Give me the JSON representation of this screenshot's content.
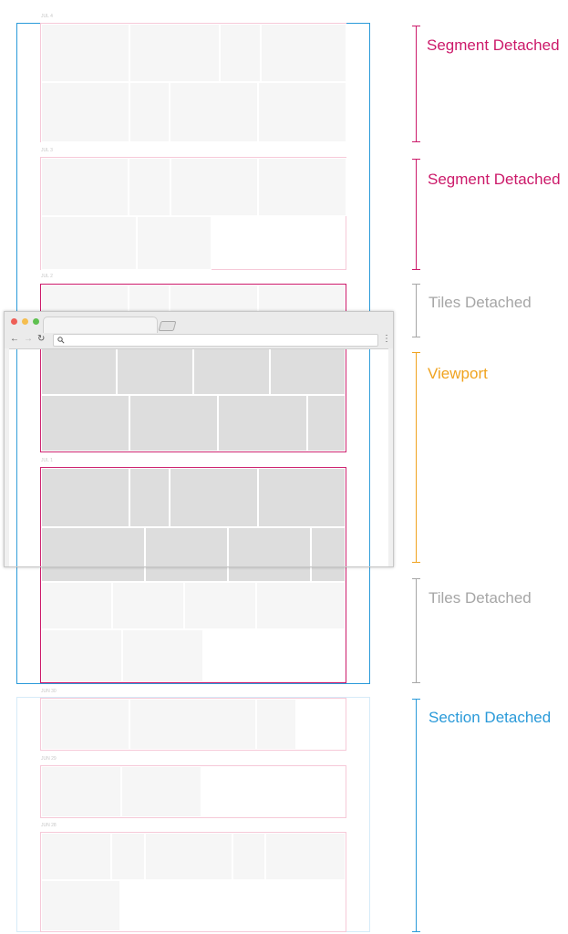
{
  "annotations": {
    "segment_detached_1": "Segment Detached",
    "segment_detached_2": "Segment Detached",
    "tiles_detached_1": "Tiles Detached",
    "viewport": "Viewport",
    "tiles_detached_2": "Tiles Detached",
    "section_detached": "Section Detached"
  },
  "segment_labels": {
    "s1": "JUL 4",
    "s2": "JUL 3",
    "s3": "JUL 2",
    "s4": "JUL 1",
    "s5": "JUN 30",
    "s6": "JUN 29",
    "s7": "JUN 28"
  },
  "browser": {
    "icons": [
      "back-arrow-icon",
      "forward-arrow-icon",
      "reload-icon",
      "search-icon",
      "menu-icon"
    ],
    "traffic_light_colors": [
      "#ee5f57",
      "#f5be4f",
      "#5ec04f"
    ]
  },
  "colors": {
    "segment": "#cc1a6a",
    "section": "#2a9ad9",
    "viewport": "#f0a31f",
    "tiles": "#a6a6a6"
  }
}
